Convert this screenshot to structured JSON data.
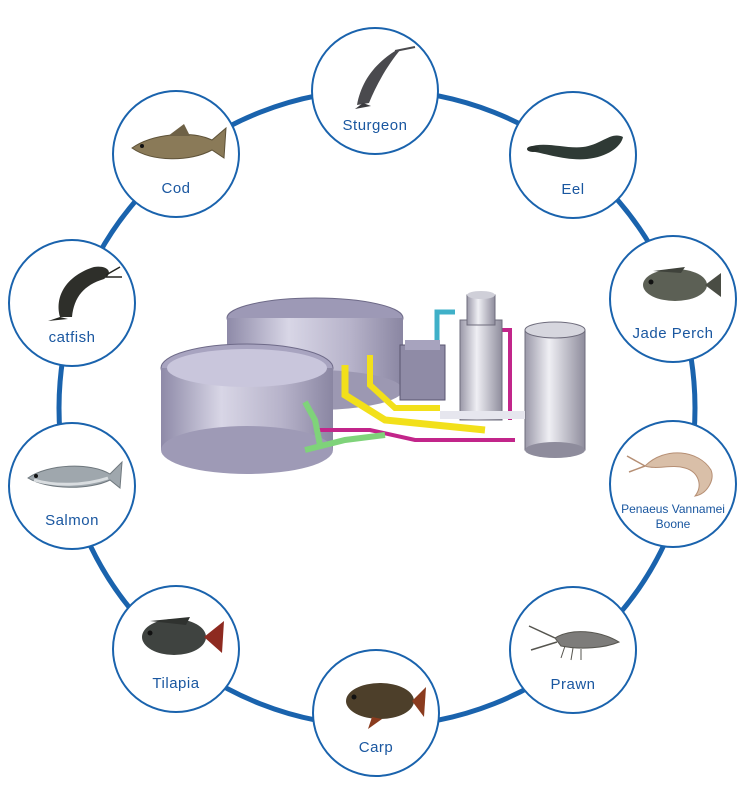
{
  "colors": {
    "ring": "#1a63ad",
    "label": "#1a57a0",
    "tank_fill": "#b4b0c8",
    "pipe_yellow": "#f2e01a",
    "pipe_magenta": "#c2258a",
    "pipe_green": "#7fd37a",
    "pipe_cyan": "#3fb0c8"
  },
  "center": {
    "description_icon": "recirculating-aquaculture-system-icon"
  },
  "species": [
    {
      "key": "sturgeon",
      "label": "Sturgeon",
      "icon": "sturgeon-icon"
    },
    {
      "key": "eel",
      "label": "Eel",
      "icon": "eel-icon"
    },
    {
      "key": "jade_perch",
      "label": "Jade Perch",
      "icon": "jade-perch-icon"
    },
    {
      "key": "penaeus",
      "label": "Penaeus Vannamei Boone",
      "icon": "shrimp-icon"
    },
    {
      "key": "prawn",
      "label": "Prawn",
      "icon": "prawn-icon"
    },
    {
      "key": "carp",
      "label": "Carp",
      "icon": "carp-icon"
    },
    {
      "key": "tilapia",
      "label": "Tilapia",
      "icon": "tilapia-icon"
    },
    {
      "key": "salmon",
      "label": "Salmon",
      "icon": "salmon-icon"
    },
    {
      "key": "catfish",
      "label": "catfish",
      "icon": "catfish-icon"
    },
    {
      "key": "cod",
      "label": "Cod",
      "icon": "cod-icon"
    }
  ]
}
